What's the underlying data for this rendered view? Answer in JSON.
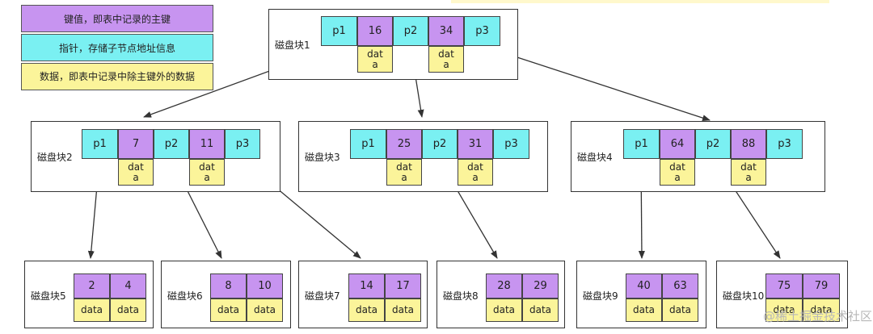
{
  "legend": [
    {
      "text": "键值，即表中记录的主键",
      "color": "#c794f0"
    },
    {
      "text": "指针，存储子节点地址信息",
      "color": "#7af0f2"
    },
    {
      "text": "数据，即表中记录中除主键外的数据",
      "color": "#fbf49a"
    }
  ],
  "colors": {
    "pointer": "#7af0f2",
    "key": "#c794f0",
    "data": "#fbf49a"
  },
  "pointer_labels": [
    "p1",
    "p2",
    "p3"
  ],
  "data_split": [
    "dat",
    "a"
  ],
  "data_full": "data",
  "internal_blocks": [
    {
      "label": "磁盘块1",
      "keys": [
        "16",
        "34"
      ]
    },
    {
      "label": "磁盘块2",
      "keys": [
        "7",
        "11"
      ]
    },
    {
      "label": "磁盘块3",
      "keys": [
        "25",
        "31"
      ]
    },
    {
      "label": "磁盘块4",
      "keys": [
        "64",
        "88"
      ]
    }
  ],
  "leaf_blocks": [
    {
      "label": "磁盘块5",
      "keys": [
        "2",
        "4"
      ]
    },
    {
      "label": "磁盘块6",
      "keys": [
        "8",
        "10"
      ]
    },
    {
      "label": "磁盘块7",
      "keys": [
        "14",
        "17"
      ]
    },
    {
      "label": "磁盘块8",
      "keys": [
        "28",
        "29"
      ]
    },
    {
      "label": "磁盘块9",
      "keys": [
        "40",
        "63"
      ]
    },
    {
      "label": "磁盘块10",
      "keys": [
        "75",
        "79"
      ]
    }
  ],
  "watermark": "@稀土掘金技术社区"
}
